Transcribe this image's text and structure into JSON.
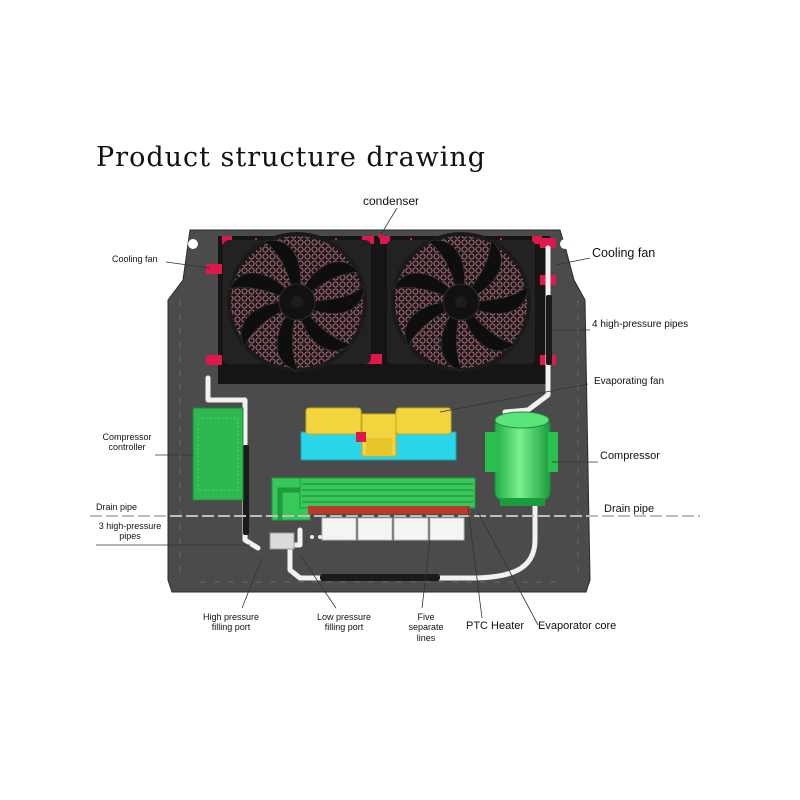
{
  "title": "Product structure drawing",
  "labels": {
    "condenser": "condenser",
    "cooling_fan_left": "Cooling fan",
    "cooling_fan_right": "Cooling fan",
    "high_pressure_pipes_4": "4 high-pressure pipes",
    "evaporating_fan": "Evaporating fan",
    "compressor_controller": "Compressor controller",
    "compressor": "Compressor",
    "drain_pipe_left": "Drain pipe",
    "drain_pipe_right": "Drain pipe",
    "high_pressure_pipes_3": "3 high-pressure pipes",
    "high_pressure_filling_port": "High pressure filling port",
    "low_pressure_filling_port": "Low pressure filling port",
    "five_separate_lines": "Five separate lines",
    "ptc_heater": "PTC Heater",
    "evaporator_core": "Evaporator core"
  },
  "colors": {
    "base_plate": "#4b4b4b",
    "fan_frame": "#151515",
    "fan_blade": "#1c1c1c",
    "fan_guard": "#d97c8c",
    "mount_red": "#e0174a",
    "controller_green": "#2eb84f",
    "compressor_green": "#34d35a",
    "evap_fan_yellow": "#f2d43e",
    "evap_fan_cyan": "#2ad6e8",
    "evap_core_green": "#36c957",
    "ptc_red": "#b83a2a",
    "pipe_white": "#f2f2f2"
  },
  "icons": [
    "fan-icon",
    "fan-icon"
  ]
}
